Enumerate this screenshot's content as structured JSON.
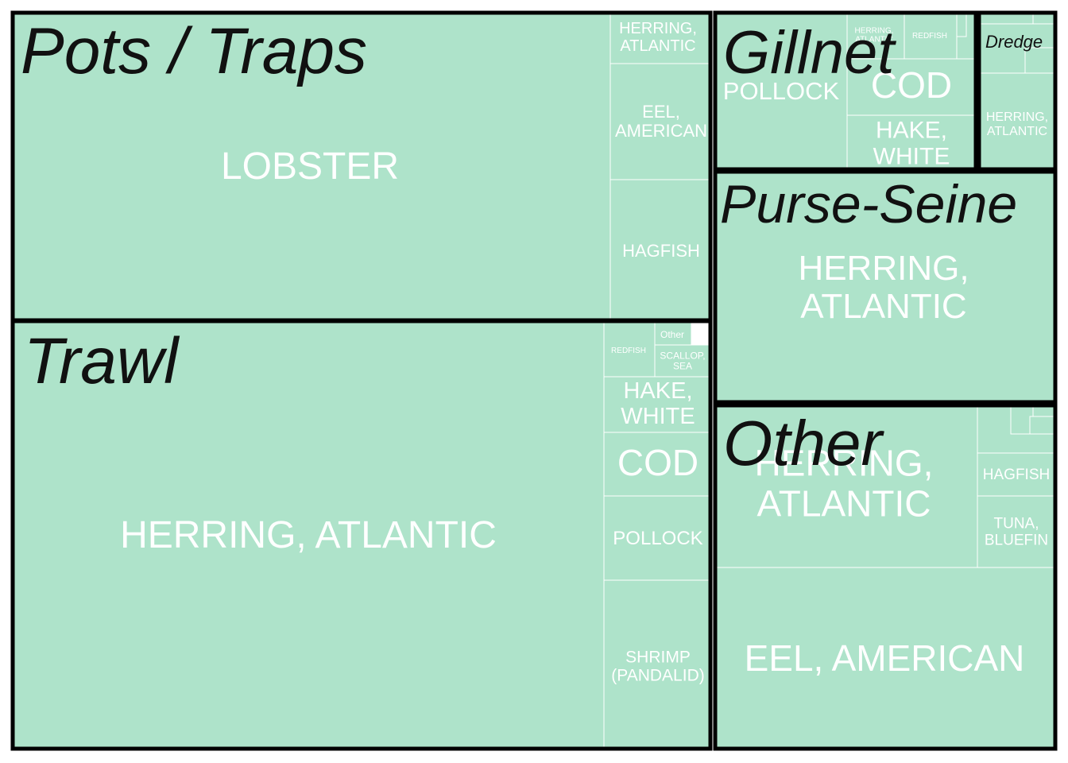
{
  "chart_data": {
    "type": "treemap",
    "colors": {
      "fill": "#aee3ca",
      "leaf_border": "#ffffff",
      "group_border": "#000000",
      "leaf_text": "#ffffff",
      "group_text": "#111111"
    },
    "groups": [
      {
        "name": "Pots / Traps",
        "items": [
          {
            "name": "LOBSTER"
          },
          {
            "name": "HERRING, ATLANTIC"
          },
          {
            "name": "EEL, AMERICAN"
          },
          {
            "name": "HAGFISH"
          }
        ]
      },
      {
        "name": "Trawl",
        "items": [
          {
            "name": "HERRING, ATLANTIC"
          },
          {
            "name": "REDFISH"
          },
          {
            "name": "Other"
          },
          {
            "name": "SCALLOP, SEA"
          },
          {
            "name": "HAKE, WHITE"
          },
          {
            "name": "COD"
          },
          {
            "name": "POLLOCK"
          },
          {
            "name": "SHRIMP (PANDALID)"
          }
        ]
      },
      {
        "name": "Gillnet",
        "items": [
          {
            "name": "POLLOCK"
          },
          {
            "name": "HERRING, ATLANTIC"
          },
          {
            "name": "REDFISH"
          },
          {
            "name": "COD"
          },
          {
            "name": "HAKE, WHITE"
          }
        ]
      },
      {
        "name": "Dredge",
        "items": [
          {
            "name": "HERRING, ATLANTIC"
          }
        ]
      },
      {
        "name": "Purse-Seine",
        "items": [
          {
            "name": "HERRING, ATLANTIC"
          }
        ]
      },
      {
        "name": "Other",
        "items": [
          {
            "name": "HERRING, ATLANTIC"
          },
          {
            "name": "HAGFISH"
          },
          {
            "name": "TUNA, BLUEFIN"
          },
          {
            "name": "EEL, AMERICAN"
          }
        ]
      }
    ]
  }
}
